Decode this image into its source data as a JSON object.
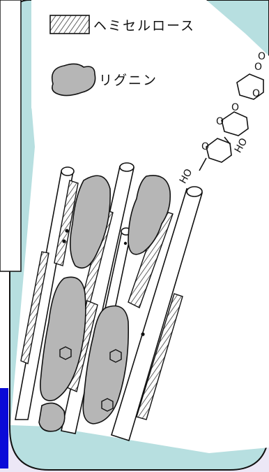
{
  "legend": {
    "hemicellulose_label": "ヘミセルロース",
    "lignin_label": "リグニン"
  },
  "molecule": {
    "labels": [
      "HO",
      "O",
      "O",
      "O",
      "O",
      "O",
      "O",
      "HO"
    ]
  },
  "colors": {
    "frame_fill": "#b7dfe0",
    "slide_band": "#ece7f6",
    "left_blue_bar": "#0a0ad8",
    "lignin_fill": "#b6b6b6",
    "line": "#111111"
  }
}
